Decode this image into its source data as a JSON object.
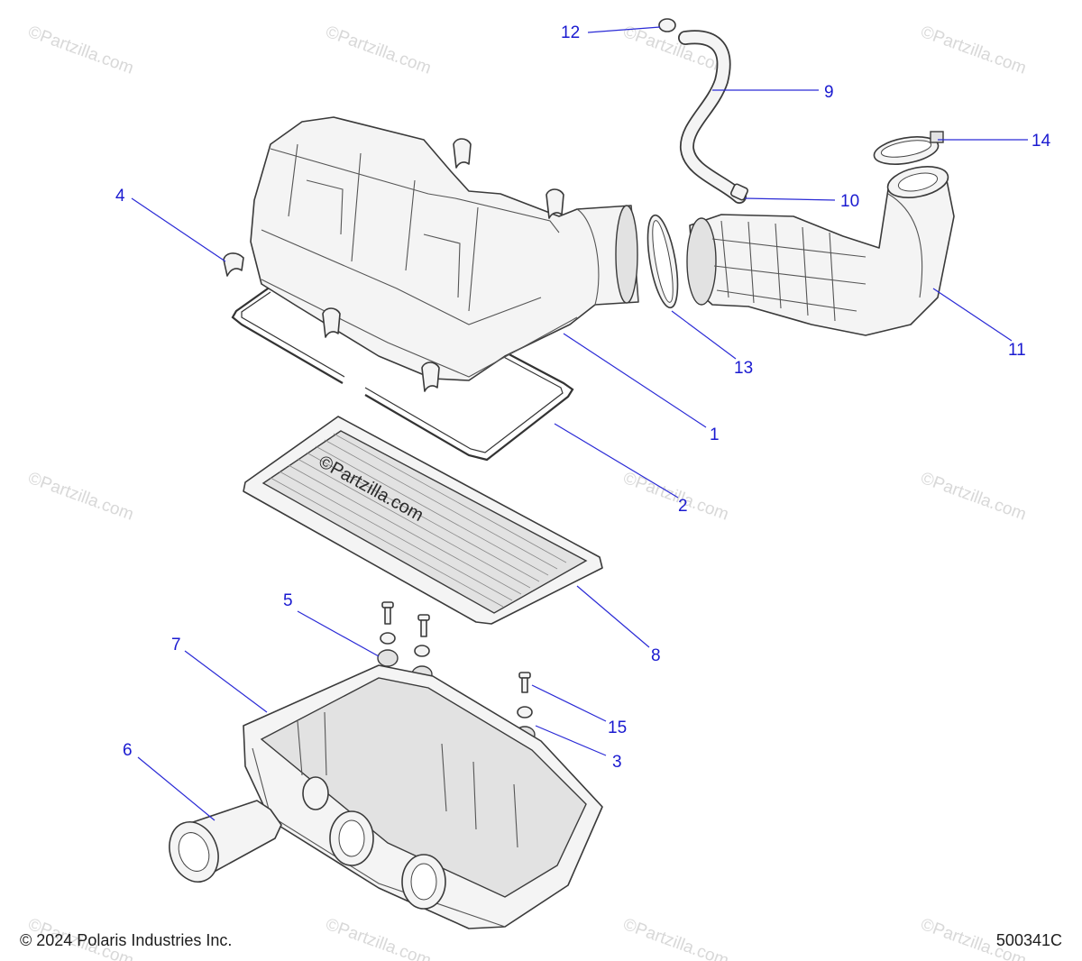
{
  "watermark": "©Partzilla.com",
  "center_watermark": "©Partzilla.com",
  "copyright": "© 2024 Polaris Industries Inc.",
  "drawing_number": "500341C",
  "callouts": {
    "c1": "1",
    "c2": "2",
    "c3": "3",
    "c4": "4",
    "c5": "5",
    "c6": "6",
    "c7": "7",
    "c8": "8",
    "c9": "9",
    "c10": "10",
    "c11": "11",
    "c12": "12",
    "c13": "13",
    "c14": "14",
    "c15": "15"
  },
  "colors": {
    "callout": "#1a1ad0",
    "leader": "#2a2ad6",
    "line_art": "#3a3a3a"
  }
}
